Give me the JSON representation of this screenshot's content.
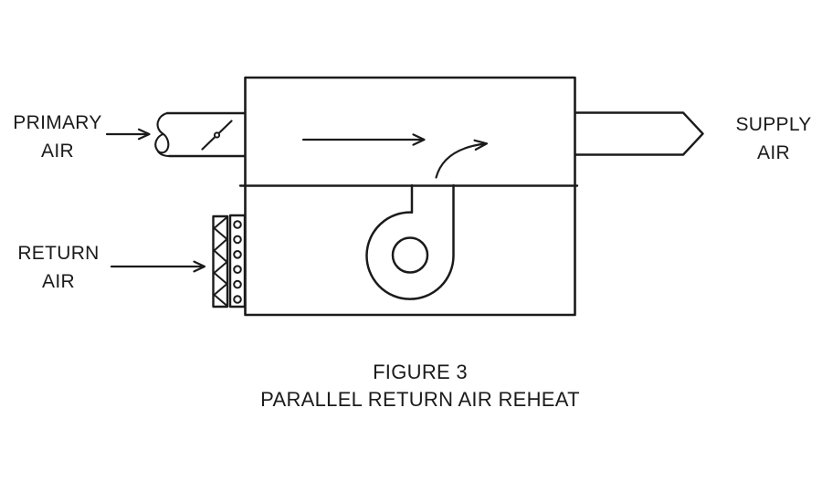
{
  "labels": {
    "primary_air": {
      "line1": "PRIMARY",
      "line2": "AIR"
    },
    "return_air": {
      "line1": "RETURN",
      "line2": "AIR"
    },
    "supply_air": {
      "line1": "SUPPLY",
      "line2": "AIR"
    }
  },
  "caption": {
    "line1": "FIGURE 3",
    "line2": "PARALLEL RETURN AIR REHEAT"
  },
  "components": {
    "unit_box": "air-handling-unit-box",
    "divider": "deck-divider-line",
    "primary_duct": "primary-air-duct-with-break-symbol",
    "damper": "damper-icon",
    "filter": "return-air-filter-icon",
    "fan": "centrifugal-fan-icon",
    "supply_duct": "supply-air-arrow-duct",
    "arrows": [
      "primary-air-flow-arrow",
      "return-air-flow-arrow",
      "mixed-air-flow-arrow",
      "fan-discharge-curved-arrow"
    ]
  },
  "colors": {
    "line": "#1b1b1b",
    "background": "#ffffff"
  }
}
